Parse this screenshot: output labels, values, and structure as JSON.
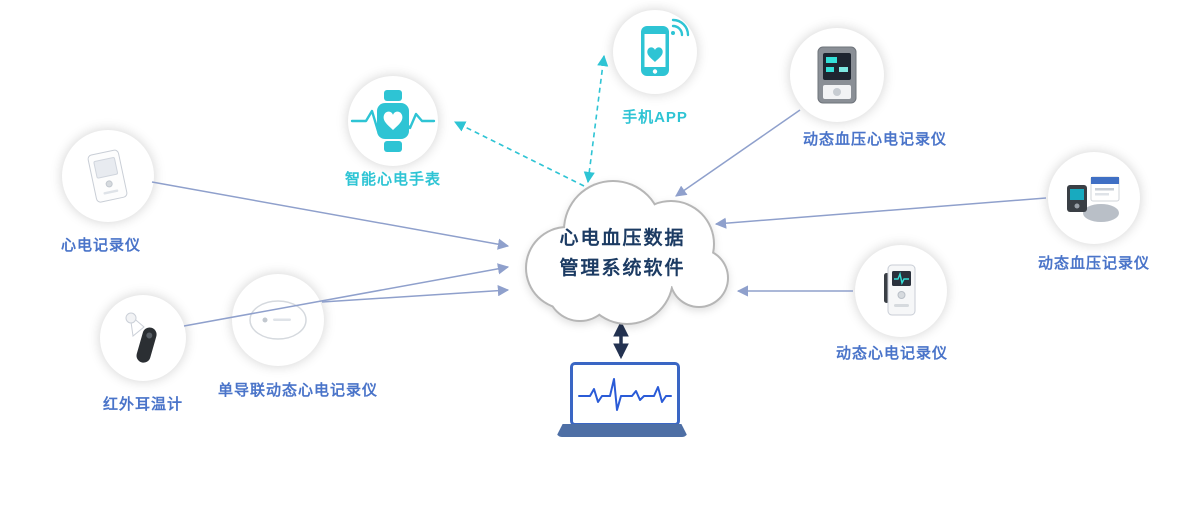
{
  "cloud": {
    "title_line1": "心电血压数据",
    "title_line2": "管理系统软件"
  },
  "nodes": {
    "watch": {
      "label": "智能心电手表",
      "icon": "smartwatch-icon"
    },
    "phone": {
      "label": "手机APP",
      "icon": "smartphone-icon"
    },
    "bp_monitor": {
      "label": "动态血压心电记录仪",
      "icon": "bp-monitor-icon"
    },
    "abpm": {
      "label": "动态血压记录仪",
      "icon": "abpm-device-icon"
    },
    "holter": {
      "label": "动态心电记录仪",
      "icon": "holter-recorder-icon"
    },
    "ecg_device": {
      "label": "心电记录仪",
      "icon": "ecg-recorder-icon"
    },
    "ear_thermometer": {
      "label": "红外耳温计",
      "icon": "ear-thermometer-icon"
    },
    "ecg_patch": {
      "label": "单导联动态心电记录仪",
      "icon": "ecg-patch-icon"
    }
  },
  "laptop": {
    "icon": "laptop-ecg-icon"
  },
  "colors": {
    "accent_teal": "#2ec4d4",
    "label_blue": "#4a74c9",
    "arrow_blue": "#8fa0cc",
    "arrow_dark": "#233251",
    "cloud_text": "#1c3b63",
    "laptop_blue": "#3a66c4"
  }
}
